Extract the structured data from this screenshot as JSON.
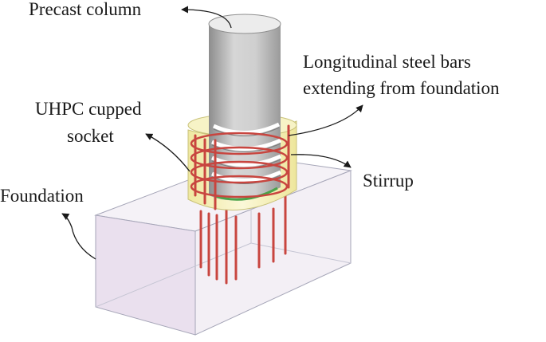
{
  "labels": {
    "precast_column": "Precast column",
    "longitudinal_bars_line1": "Longitudinal steel bars",
    "longitudinal_bars_line2": "extending from foundation",
    "uhpc_socket_line1": "UHPC cupped",
    "uhpc_socket_line2": "socket",
    "stirrup": "Stirrup",
    "foundation": "Foundation"
  },
  "colors": {
    "rebar": "#c8453f",
    "uhpc": "#f3efb5",
    "column": "#b9b9b9",
    "foundation_front": "#e3d7e6",
    "foundation_edge": "#a6a6b8",
    "seal": "#4aa34a"
  }
}
